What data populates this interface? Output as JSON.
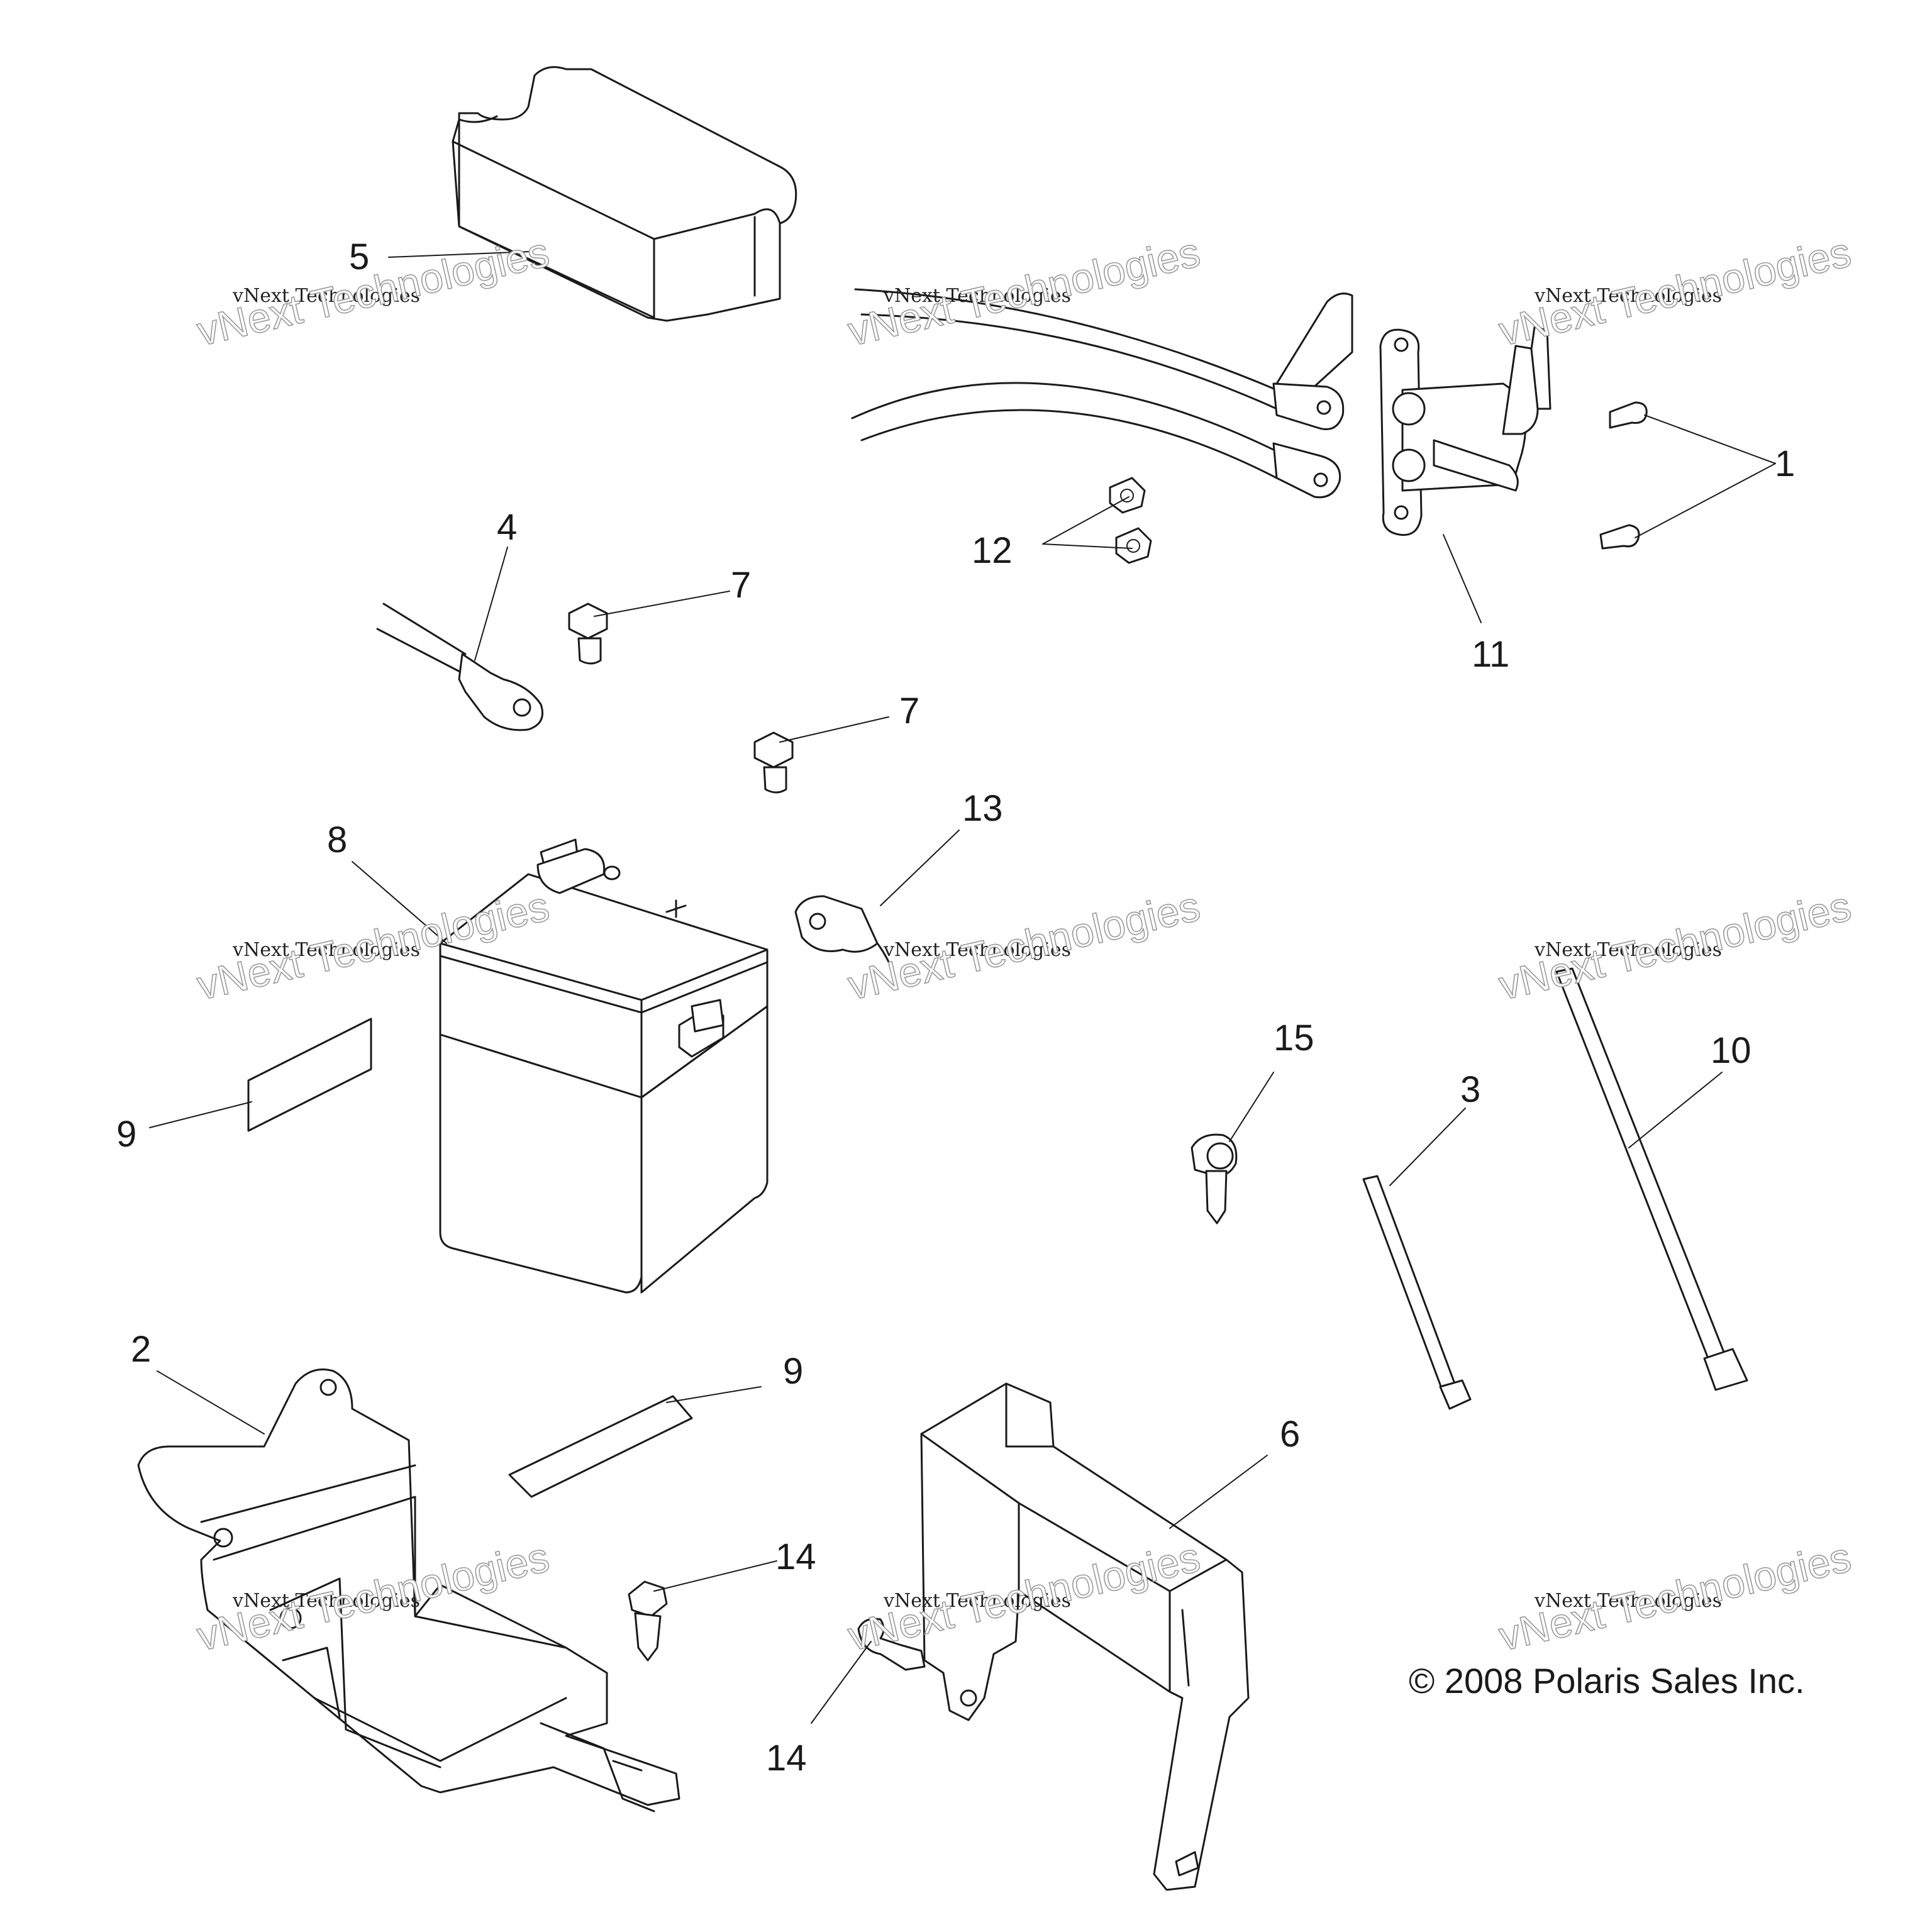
{
  "diagram": {
    "callouts": {
      "c1": "1",
      "c2": "2",
      "c3": "3",
      "c4": "4",
      "c5": "5",
      "c6": "6",
      "c7a": "7",
      "c7b": "7",
      "c8": "8",
      "c9a": "9",
      "c9b": "9",
      "c10": "10",
      "c11": "11",
      "c12": "12",
      "c13": "13",
      "c14a": "14",
      "c14b": "14",
      "c15": "15"
    },
    "copyright": "© 2008 Polaris Sales Inc.",
    "watermark": {
      "line1": "vNext Technologies",
      "line2": "vNext Technologies"
    }
  }
}
